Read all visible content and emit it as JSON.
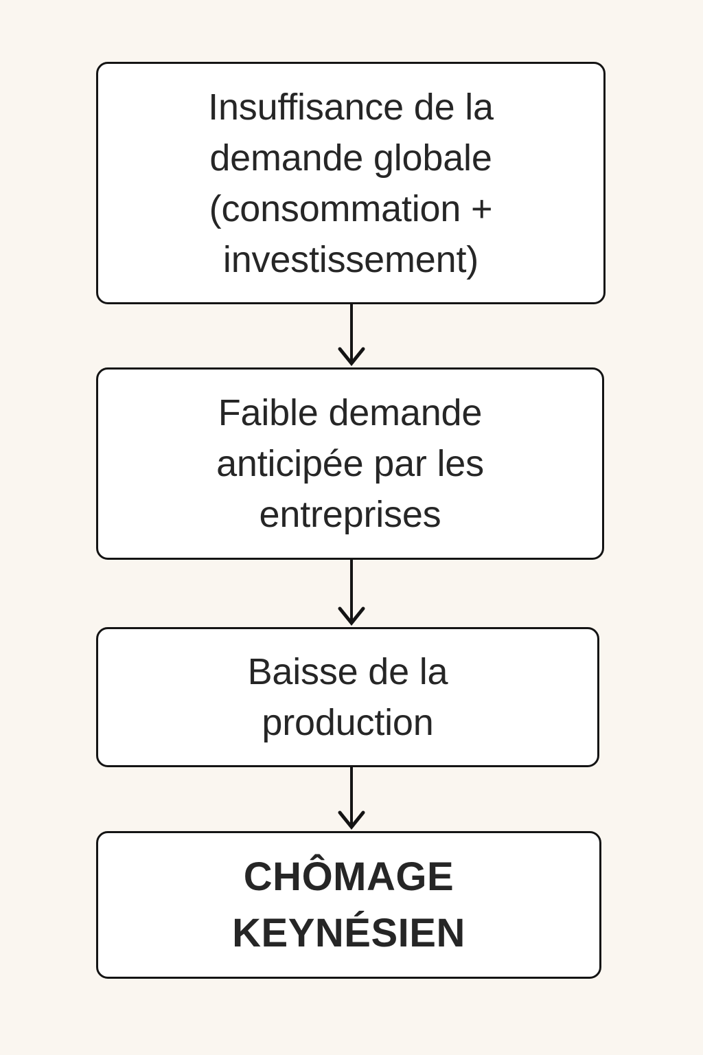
{
  "diagram": {
    "title_text": "",
    "background_color": "#FAF6F0",
    "node_fill_color": "#FFFFFF",
    "node_border_color": "#141414",
    "text_color": "#262626",
    "nodes": [
      {
        "id": "insuffisance-demande-globale",
        "label": "Insuffisance de la\ndemande globale\n(consommation +\ninvestissement)",
        "emphasis": "normal"
      },
      {
        "id": "faible-demande-anticipee",
        "label": "Faible demande\nanticipée par les\nentreprises",
        "emphasis": "normal"
      },
      {
        "id": "baisse-production",
        "label": "Baisse de la\nproduction",
        "emphasis": "normal"
      },
      {
        "id": "chomage-keynesien",
        "label": "CHÔMAGE\nKEYNÉSIEN",
        "emphasis": "bold"
      }
    ],
    "edges": [
      {
        "from": "insuffisance-demande-globale",
        "to": "faible-demande-anticipee",
        "label": "",
        "style": "solid-arrow-down"
      },
      {
        "from": "faible-demande-anticipee",
        "to": "baisse-production",
        "label": "",
        "style": "solid-arrow-down"
      },
      {
        "from": "baisse-production",
        "to": "chomage-keynesien",
        "label": "",
        "style": "solid-arrow-down"
      }
    ]
  }
}
